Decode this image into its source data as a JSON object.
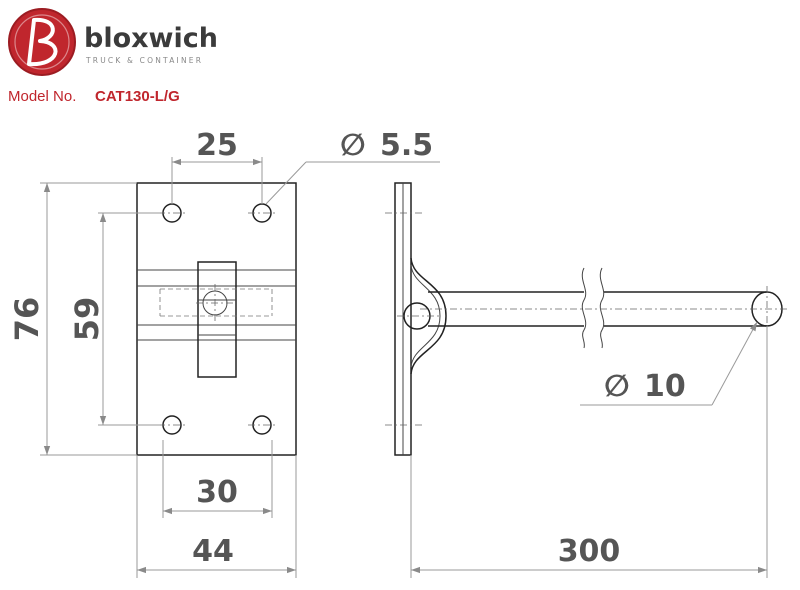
{
  "brand": {
    "name": "bloxwich",
    "tagline": "TRUCK & CONTAINER",
    "logo_color": "#c0262d"
  },
  "model": {
    "label": "Model No.",
    "value": "CAT130-L/G"
  },
  "dimensions": {
    "hole_spacing_top": "25",
    "hole_diameter": "5.5",
    "overall_height": "76",
    "hole_spacing_vertical": "59",
    "hinge_width": "30",
    "plate_width": "44",
    "rod_diameter": "10",
    "rod_length": "300"
  },
  "symbols": {
    "diameter": "∅"
  },
  "colors": {
    "accent": "#c0262d",
    "dimension_text": "#555555",
    "outline": "#222222"
  }
}
